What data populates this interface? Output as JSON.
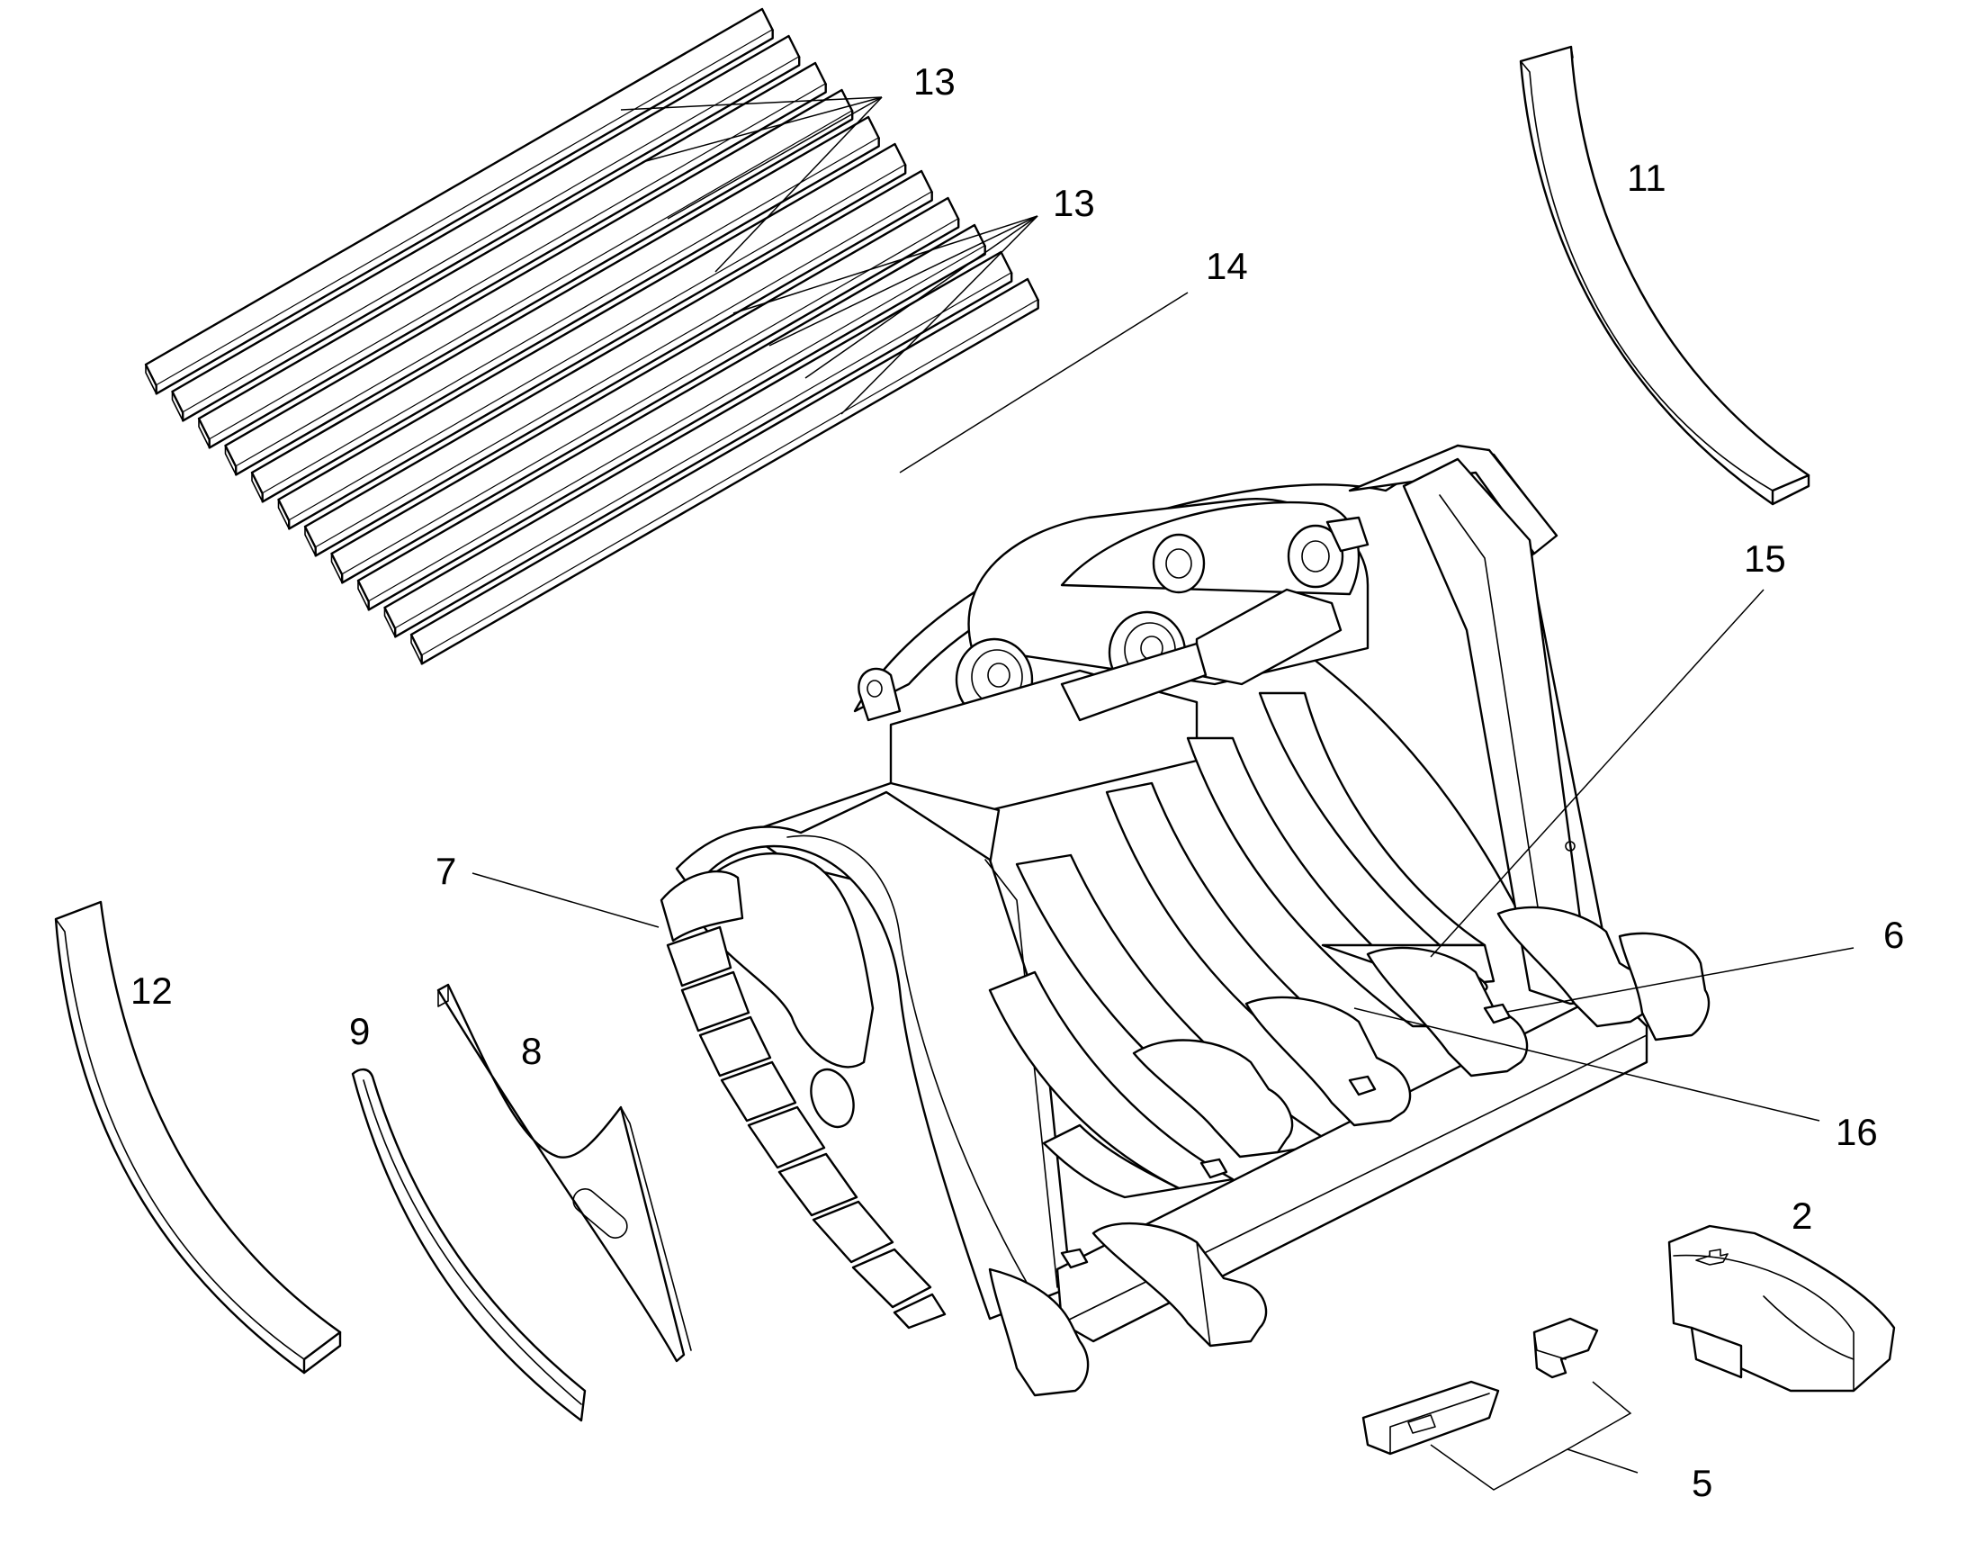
{
  "diagram": {
    "background": "#ffffff",
    "line_color": "#000000",
    "callouts": [
      {
        "id": "c13a",
        "text": "13"
      },
      {
        "id": "c13b",
        "text": "13"
      },
      {
        "id": "c14",
        "text": "14"
      },
      {
        "id": "c11",
        "text": "11"
      },
      {
        "id": "c15",
        "text": "15"
      },
      {
        "id": "c7",
        "text": "7"
      },
      {
        "id": "c6",
        "text": "6"
      },
      {
        "id": "c12",
        "text": "12"
      },
      {
        "id": "c9",
        "text": "9"
      },
      {
        "id": "c8",
        "text": "8"
      },
      {
        "id": "c16",
        "text": "16"
      },
      {
        "id": "c2",
        "text": "2"
      },
      {
        "id": "c5",
        "text": "5"
      }
    ]
  }
}
